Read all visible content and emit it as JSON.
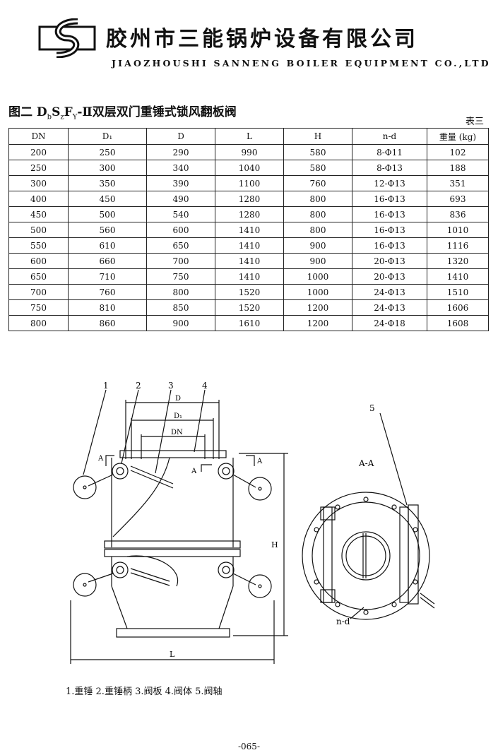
{
  "header": {
    "company_cn": "胶州市三能锅炉设备有限公司",
    "company_en": "JIAOZHOUSHI SANNENG BOILER EQUIPMENT CO.,LTD"
  },
  "figure": {
    "prefix": "图二 ",
    "model_d": "D",
    "model_d_sub": "b",
    "model_s": "S",
    "model_s_sub": "z",
    "model_f": "F",
    "model_f_sub": "Y",
    "suffix": "-Ⅱ双层双门重锤式锁风翻板阀",
    "table_no": "表三"
  },
  "table": {
    "columns": [
      "DN",
      "D₁",
      "D",
      "L",
      "H",
      "n-d",
      "重量 (kg)"
    ],
    "rows": [
      [
        "200",
        "250",
        "290",
        "990",
        "580",
        "8-Φ11",
        "102"
      ],
      [
        "250",
        "300",
        "340",
        "1040",
        "580",
        "8-Φ13",
        "188"
      ],
      [
        "300",
        "350",
        "390",
        "1100",
        "760",
        "12-Φ13",
        "351"
      ],
      [
        "400",
        "450",
        "490",
        "1280",
        "800",
        "16-Φ13",
        "693"
      ],
      [
        "450",
        "500",
        "540",
        "1280",
        "800",
        "16-Φ13",
        "836"
      ],
      [
        "500",
        "560",
        "600",
        "1410",
        "800",
        "16-Φ13",
        "1010"
      ],
      [
        "550",
        "610",
        "650",
        "1410",
        "900",
        "16-Φ13",
        "1116"
      ],
      [
        "600",
        "660",
        "700",
        "1410",
        "900",
        "20-Φ13",
        "1320"
      ],
      [
        "650",
        "710",
        "750",
        "1410",
        "1000",
        "20-Φ13",
        "1410"
      ],
      [
        "700",
        "760",
        "800",
        "1520",
        "1000",
        "24-Φ13",
        "1510"
      ],
      [
        "750",
        "810",
        "850",
        "1520",
        "1200",
        "24-Φ13",
        "1606"
      ],
      [
        "800",
        "860",
        "900",
        "1610",
        "1200",
        "24-Φ18",
        "1608"
      ]
    ]
  },
  "drawing": {
    "labels": {
      "p1": "1",
      "p2": "2",
      "p3": "3",
      "p4": "4",
      "p5": "5",
      "D": "D",
      "D1": "D₁",
      "DN": "DN",
      "H": "H",
      "L": "L",
      "A": "A",
      "section": "A-A",
      "nd": "n-d"
    }
  },
  "legend": "1.重锤  2.重锤柄  3.阀板  4.阀体  5.阀轴",
  "page_number": "-065-"
}
